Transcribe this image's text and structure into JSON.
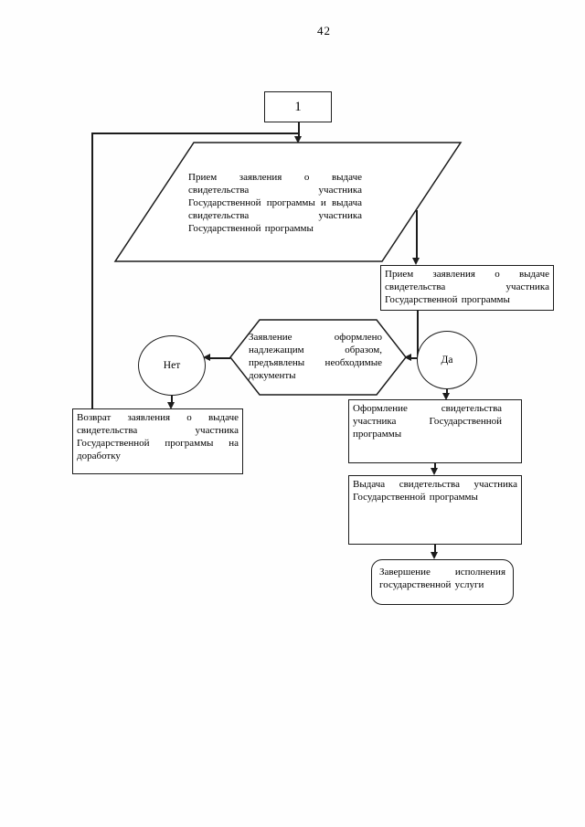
{
  "page": {
    "number": "42"
  },
  "colors": {
    "line": "#1c1c1c",
    "background": "#fefefe",
    "text": "#000000"
  },
  "flowchart": {
    "connector_1": "1",
    "process_title": "Прием заявления о выдаче свидетельства участника Государственной программы и выдача свидетельства участника Государственной программы",
    "receive_application": "Прием заявления о выдаче свидетельства участника Государственной программы",
    "decision": "Заявление оформлено надлежащим образом, предъявлены необходимые документы",
    "no_label": "Нет",
    "yes_label": "Да",
    "return_application": "Возврат заявления о выдаче свидетельства участника Государственной программы на доработку",
    "prepare_certificate": "Оформление свидетельства участника Государственной программы",
    "issue_certificate": "Выдача свидетельства участника Государственной программы",
    "end_terminator": "Завершение исполнения государственной услуги"
  }
}
